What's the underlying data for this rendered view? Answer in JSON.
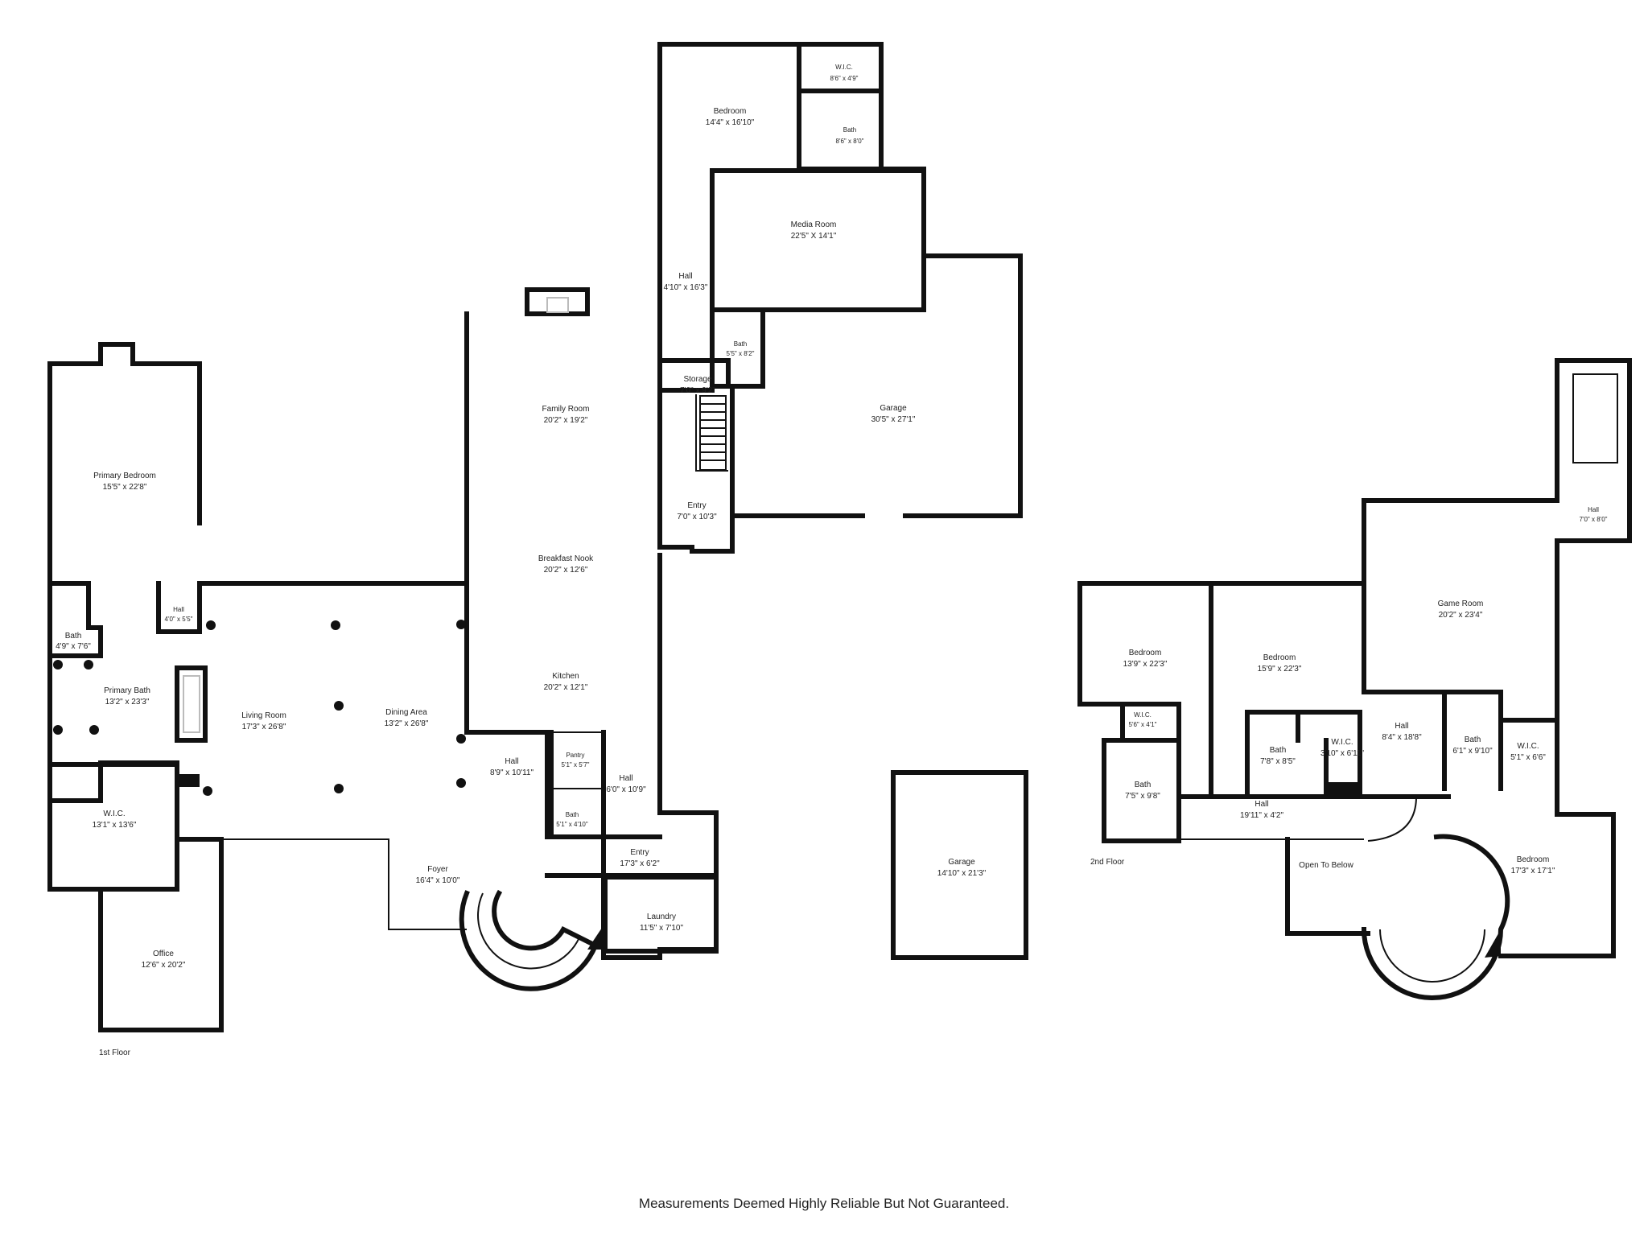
{
  "rooms_floor1": [
    {
      "name": "Bedroom",
      "dim": "14'4\" x 16'10\""
    },
    {
      "name": "W.I.C.",
      "dim": "8'6\" x 4'9\""
    },
    {
      "name": "Bath",
      "dim": "8'6\" x 8'0\""
    },
    {
      "name": "Media Room",
      "dim": "22'5\" X 14'1\""
    },
    {
      "name": "Hall",
      "dim": "4'10\" x 16'3\""
    },
    {
      "name": "Bath",
      "dim": "5'5\" x 8'2\""
    },
    {
      "name": "Storage",
      "dim": "7'0\" x 9'2\""
    },
    {
      "name": "Garage",
      "dim": "30'5\" x 27'1\""
    },
    {
      "name": "Entry",
      "dim": "7'0\" x 10'3\""
    },
    {
      "name": "Family Room",
      "dim": "20'2\" x 19'2\""
    },
    {
      "name": "Breakfast Nook",
      "dim": "20'2\" x 12'6\""
    },
    {
      "name": "Kitchen",
      "dim": "20'2\" x 12'1\""
    },
    {
      "name": "Primary Bedroom",
      "dim": "15'5\" x 22'8\""
    },
    {
      "name": "Hall",
      "dim": "4'0\" x 5'5\""
    },
    {
      "name": "Bath",
      "dim": "4'9\" x 7'6\""
    },
    {
      "name": "Primary Bath",
      "dim": "13'2\" x 23'3\""
    },
    {
      "name": "Living Room",
      "dim": "17'3\" x 26'8\""
    },
    {
      "name": "Dining Area",
      "dim": "13'2\" x 26'8\""
    },
    {
      "name": "Hall",
      "dim": "8'9\" x 10'11\""
    },
    {
      "name": "Pantry",
      "dim": "5'1\" x 5'7\""
    },
    {
      "name": "Hall",
      "dim": "6'0\" x 10'9\""
    },
    {
      "name": "Bath",
      "dim": "5'1\" x 4'10\""
    },
    {
      "name": "W.I.C.",
      "dim": "13'1\" x 13'6\""
    },
    {
      "name": "Foyer",
      "dim": "16'4\" x 10'0\""
    },
    {
      "name": "Entry",
      "dim": "17'3\" x 6'2\""
    },
    {
      "name": "Laundry",
      "dim": "11'5\" x 7'10\""
    },
    {
      "name": "Office",
      "dim": "12'6\" x 20'2\""
    },
    {
      "name": "Garage",
      "dim": "14'10\" x 21'3\""
    }
  ],
  "rooms_floor2": [
    {
      "name": "Hall",
      "dim": "7'0\" x 8'0\""
    },
    {
      "name": "Game Room",
      "dim": "20'2\" x 23'4\""
    },
    {
      "name": "Bedroom",
      "dim": "13'9\" x 22'3\""
    },
    {
      "name": "Bedroom",
      "dim": "15'9\" x 22'3\""
    },
    {
      "name": "W.I.C.",
      "dim": "5'6\" x 4'1\""
    },
    {
      "name": "Bath",
      "dim": "7'8\" x 8'5\""
    },
    {
      "name": "W.I.C.",
      "dim": "3'10\" x 6'11\""
    },
    {
      "name": "Hall",
      "dim": "8'4\" x 18'8\""
    },
    {
      "name": "Bath",
      "dim": "6'1\" x 9'10\""
    },
    {
      "name": "W.I.C.",
      "dim": "5'1\" x 6'6\""
    },
    {
      "name": "Bath",
      "dim": "7'5\" x 9'8\""
    },
    {
      "name": "Hall",
      "dim": "19'11\" x 4'2\""
    },
    {
      "name": "Open To Below",
      "dim": ""
    },
    {
      "name": "Bedroom",
      "dim": "17'3\" x 17'1\""
    }
  ],
  "floor1_label": "1st Floor",
  "floor2_label": "2nd Floor",
  "disclaimer": "Measurements Deemed Highly Reliable But Not Guaranteed."
}
